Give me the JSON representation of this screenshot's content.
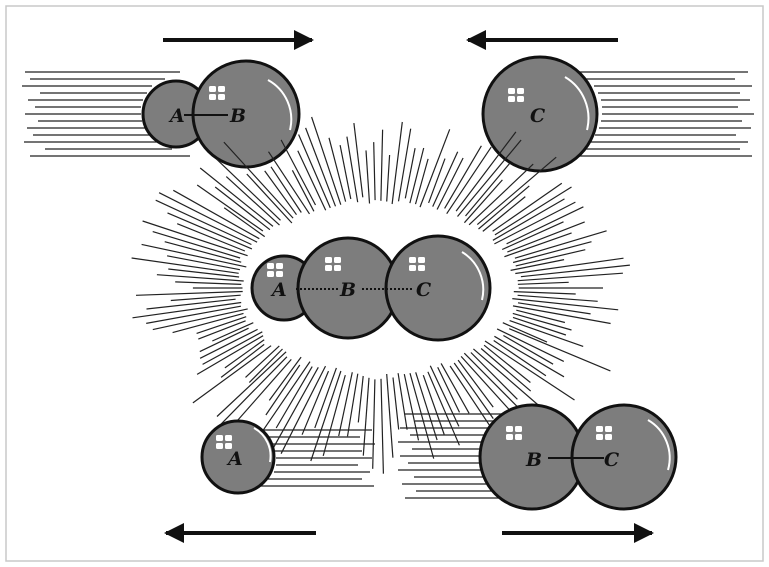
{
  "colors": {
    "atom_fill": "#7d7d7d",
    "ink": "#111111",
    "frame": "#c8c8c8",
    "highlight": "#ffffff"
  },
  "labels": {
    "a1": "A",
    "b1": "B",
    "c1": "C",
    "a2": "A",
    "b2": "B",
    "c2": "C",
    "a3": "A",
    "b3": "B",
    "c3": "C"
  },
  "stages": [
    "reactants-approach",
    "transition-state",
    "products-separate"
  ]
}
